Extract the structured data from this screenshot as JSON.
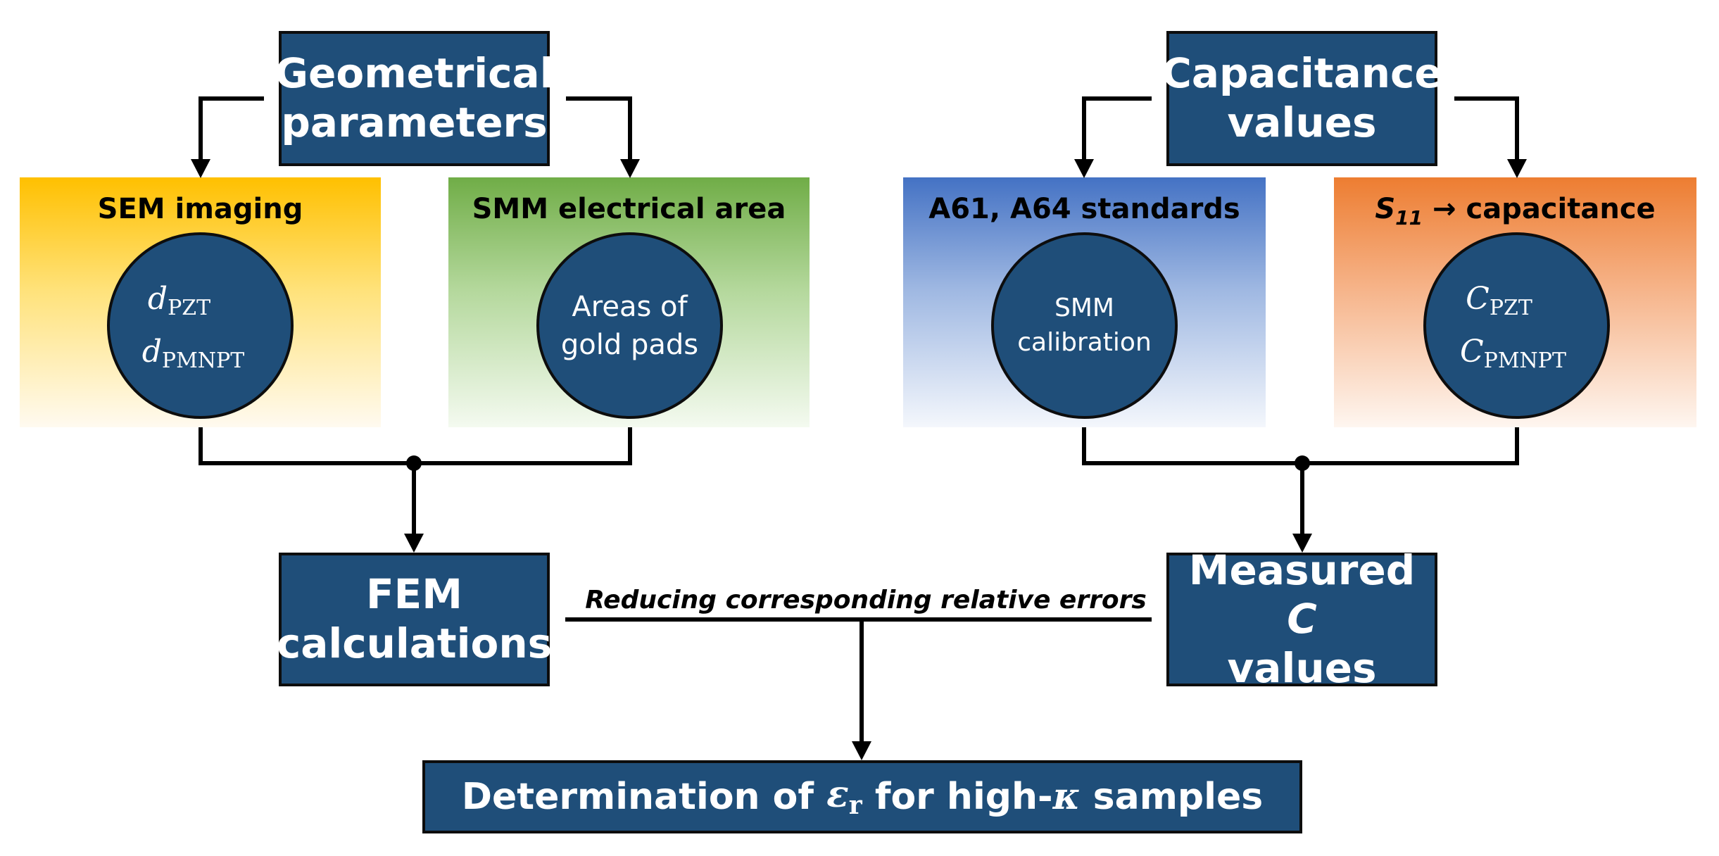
{
  "top_left_box": {
    "line1": "Geometrical",
    "line2": "parameters"
  },
  "top_right_box": {
    "line1": "Capacitance",
    "line2": "values"
  },
  "panels": {
    "sem": {
      "title": "SEM imaging",
      "circle_line1_sym": "d",
      "circle_line1_sub": "PZT",
      "circle_line2_sym": "d",
      "circle_line2_sub": "PMNPT"
    },
    "smm_area": {
      "title": "SMM electrical area",
      "circle_line1": "Areas of",
      "circle_line2": "gold pads"
    },
    "standards": {
      "title": "A61, A64 standards",
      "circle_line1": "SMM",
      "circle_line2": "calibration"
    },
    "s11": {
      "title_sym": "S",
      "title_sub": "11",
      "title_rest": " → capacitance",
      "circle_line1_sym": "C",
      "circle_line1_sub": "PZT",
      "circle_line2_sym": "C",
      "circle_line2_sub": "PMNPT"
    }
  },
  "fem_box": {
    "line1": "FEM",
    "line2": "calculations"
  },
  "measured_box": {
    "line1_text": "Measured ",
    "line1_sym": "C",
    "line2": "values"
  },
  "edge_label": "Reducing corresponding relative errors",
  "final_box": {
    "prefix": "Determination of ",
    "eps": "ε",
    "eps_sub": "r",
    "middle": " for high-",
    "kappa": "κ",
    "suffix": " samples"
  }
}
